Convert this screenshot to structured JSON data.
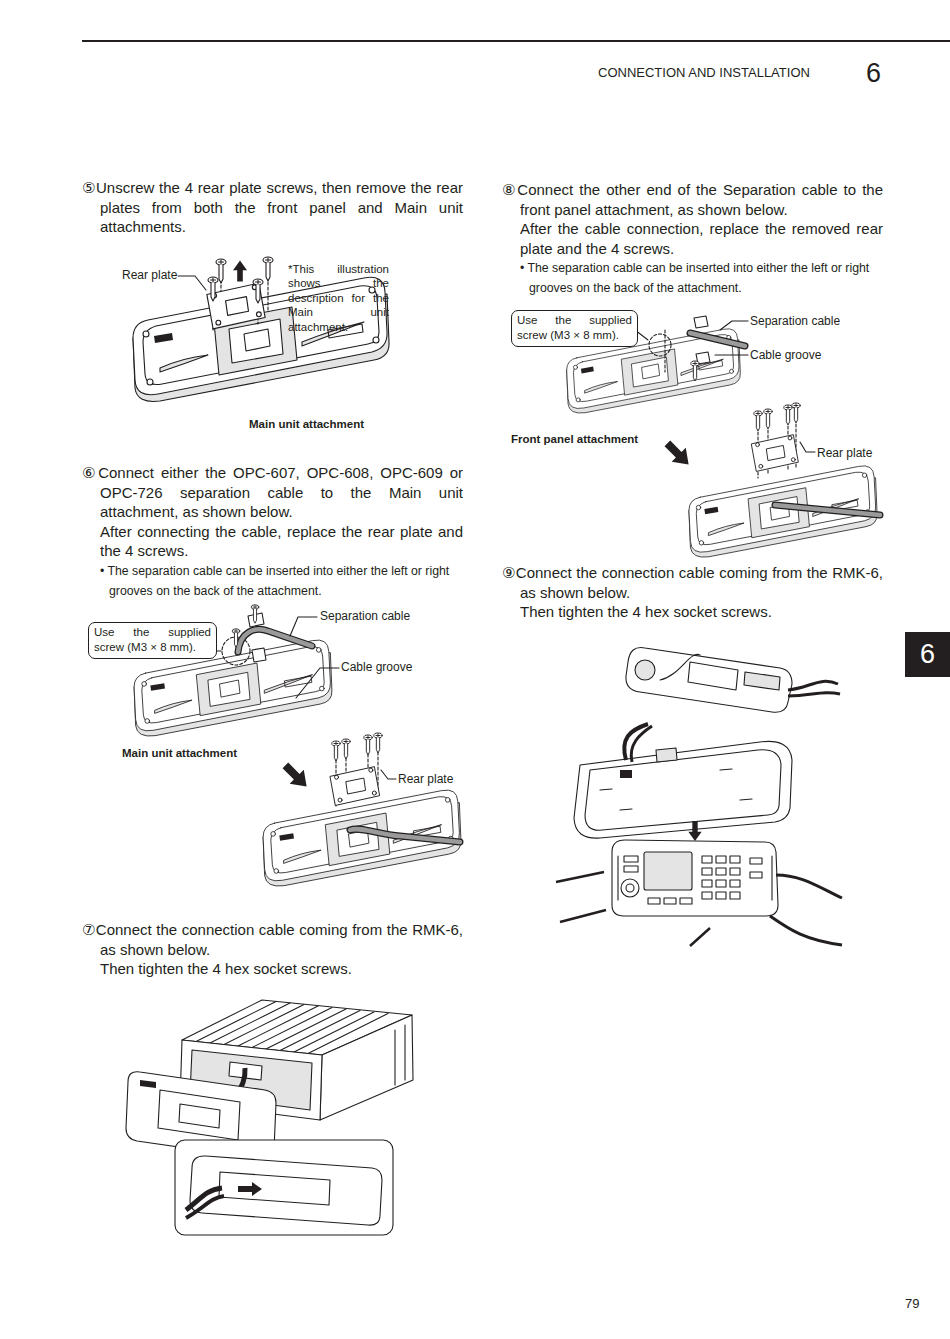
{
  "diagram": {
    "nodes": [
      {
        "text": [
          "Use the supplied screw (M3 × 8 mm)."
        ]
      },
      {
        "text": [
          "Use the supplied screw (M3 × 8 mm)."
        ]
      },
      {
        "text": [
          "6"
        ]
      }
    ],
    "labels": [
      "CONNECTION AND INSTALLATION",
      "6",
      "⑤Unscrew the 4 rear plate screws, then remove the rear plates from both the front panel and Main unit attachments.",
      "Rear plate",
      "*This illustration shows the description for the Main unit attachment.",
      "Main unit attachment",
      "⑥Connect either the OPC-607, OPC-608, OPC-609 or OPC-726 separation cable to the Main unit attachment, as shown below.",
      "After connecting the cable, replace the rear plate and the 4 screws.",
      "• The separation cable can be inserted into either the left or right grooves on the back of the attachment.",
      "Separation cable",
      "Cable groove",
      "Main unit attachment",
      "Rear plate",
      "⑦Connect the connection cable coming from the RMK-6, as shown below.",
      "Then tighten the 4 hex socket screws.",
      "⑧Connect the other end of the Separation cable to the front panel attachment, as shown below.",
      "After the cable connection, replace the removed rear plate and the 4 screws.",
      "• The separation cable can be inserted into either the left or right grooves on the back of the attachment.",
      "Separation cable",
      "Cable groove",
      "Front panel attachment",
      "Rear plate",
      "⑨Connect the connection cable coming from the RMK-6, as shown below.",
      "Then tighten the 4 hex socket screws.",
      "79"
    ]
  }
}
